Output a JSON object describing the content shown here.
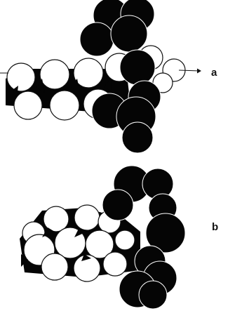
{
  "panels": [
    {
      "id": "a",
      "label": "a"
    },
    {
      "id": "b",
      "label": "b"
    }
  ],
  "colors": {
    "background": "#ffffff",
    "dark_sphere": "#050505",
    "light_sphere": "#ffffff",
    "outline": "#111111"
  }
}
